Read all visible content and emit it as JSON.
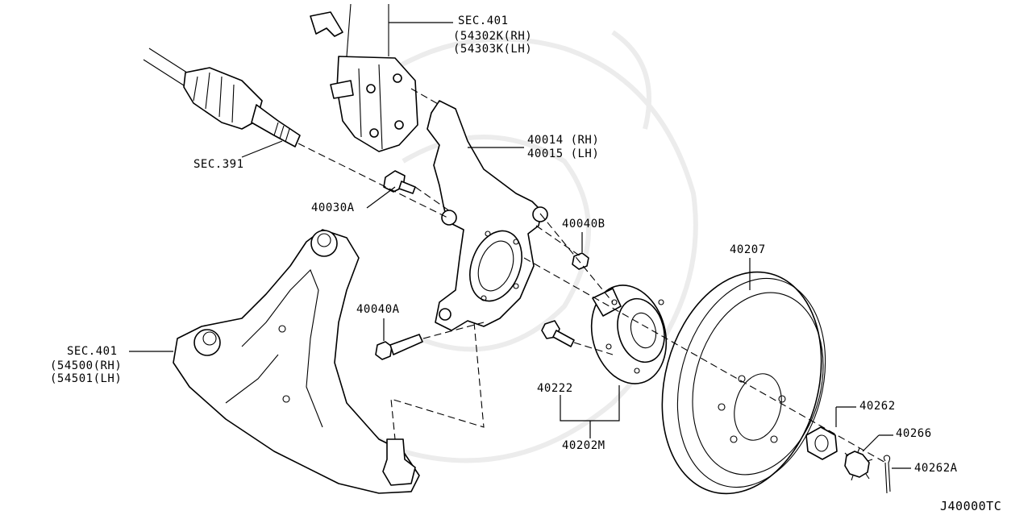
{
  "diagram_id": "J40000TC",
  "labels": {
    "strut_sec": "SEC.401",
    "strut_rh": "(54302K(RH)",
    "strut_lh": "(54303K(LH)",
    "driveshaft_sec": "SEC.391",
    "knuckle_rh": "40014 (RH)",
    "knuckle_lh": "40015 (LH)",
    "bolt_40030a": "40030A",
    "nut_40040b": "40040B",
    "rotor": "40207",
    "bolt_40040a": "40040A",
    "arm_sec": "SEC.401",
    "arm_rh": "(54500(RH)",
    "arm_lh": "(54501(LH)",
    "hub_bolt": "40222",
    "hub_assembly": "40202M",
    "axle_nut": "40262",
    "nut_retainer": "40266",
    "cotter_pin": "40262A"
  }
}
